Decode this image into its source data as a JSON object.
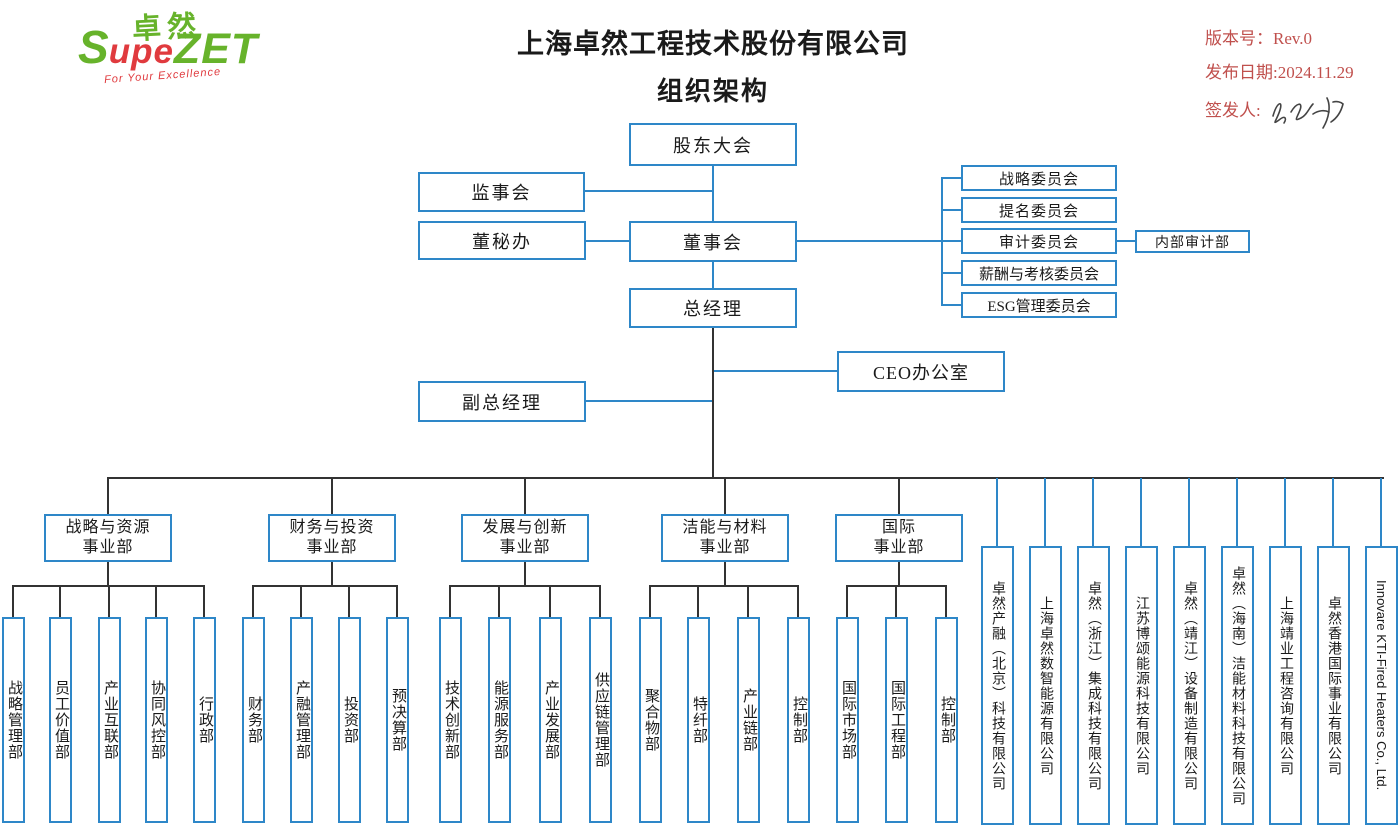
{
  "header": {
    "logo": {
      "cn": "卓然",
      "s": "S",
      "upe": "upe",
      "zet": "ZET",
      "tagline": "For Your Excellence"
    },
    "title_line1": "上海卓然工程技术股份有限公司",
    "title_line2": "组织架构",
    "meta": {
      "version": "版本号：Rev.0",
      "release_date": "发布日期:2024.11.29",
      "signer": "签发人:"
    }
  },
  "governance": {
    "shareholders_meeting": "股东大会",
    "supervisory_board": "监事会",
    "board_secretary_office": "董秘办",
    "board_of_directors": "董事会",
    "general_manager": "总经理",
    "deputy_general_manager": "副总经理",
    "ceo_office": "CEO办公室",
    "committees": [
      "战略委员会",
      "提名委员会",
      "审计委员会",
      "薪酬与考核委员会",
      "ESG管理委员会"
    ],
    "internal_audit_dept": "内部审计部"
  },
  "divisions": [
    {
      "line1": "战略与资源",
      "line2": "事业部",
      "departments": [
        "战略管理部",
        "员工价值部",
        "产业互联部",
        "协同风控部",
        "行政部"
      ]
    },
    {
      "line1": "财务与投资",
      "line2": "事业部",
      "departments": [
        "财务部",
        "产融管理部",
        "投资部",
        "预决算部"
      ]
    },
    {
      "line1": "发展与创新",
      "line2": "事业部",
      "departments": [
        "技术创新部",
        "能源服务部",
        "产业发展部",
        "供应链管理部"
      ]
    },
    {
      "line1": "洁能与材料",
      "line2": "事业部",
      "departments": [
        "聚合物部",
        "特纤部",
        "产业链部",
        "控制部"
      ]
    },
    {
      "line1": "国际",
      "line2": "事业部",
      "departments": [
        "国际市场部",
        "国际工程部",
        "控制部"
      ]
    }
  ],
  "subsidiaries": [
    "卓然产融（北京）科技有限公司",
    "上海卓然数智能源有限公司",
    "卓然（浙江）集成科技有限公司",
    "江苏博颂能源科技有限公司",
    "卓然（靖江）设备制造有限公司",
    "卓然（海南）洁能材料科技有限公司",
    "上海靖业工程咨询有限公司",
    "卓然香港国际事业有限公司",
    "Innovare KTI-Fired Heaters Co., Ltd."
  ],
  "colors": {
    "line_blue": "#2E87C8",
    "line_black": "#333333",
    "meta_red": "#C0504D",
    "logo_green": "#67B32B",
    "logo_red": "#E03A3E"
  }
}
